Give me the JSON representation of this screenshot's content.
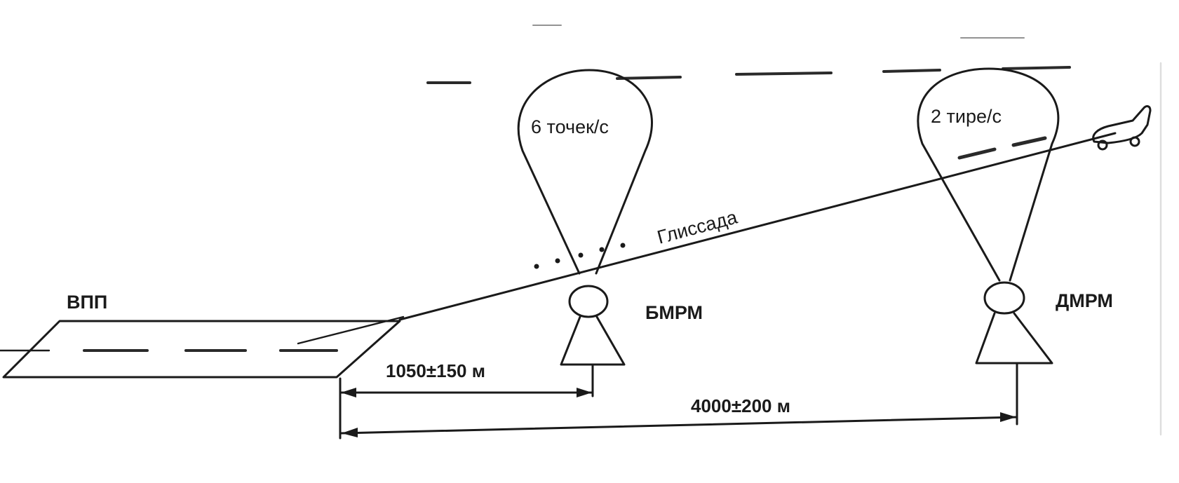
{
  "labels": {
    "runway": "ВПП",
    "glide_path": "Глиссада",
    "inner_marker": "БМРМ",
    "outer_marker": "ДМРМ",
    "inner_signal": "6 точек/с",
    "outer_signal": "2 тире/с"
  },
  "dimensions": {
    "inner_distance": "1050±150 м",
    "outer_distance": "4000±200 м"
  }
}
